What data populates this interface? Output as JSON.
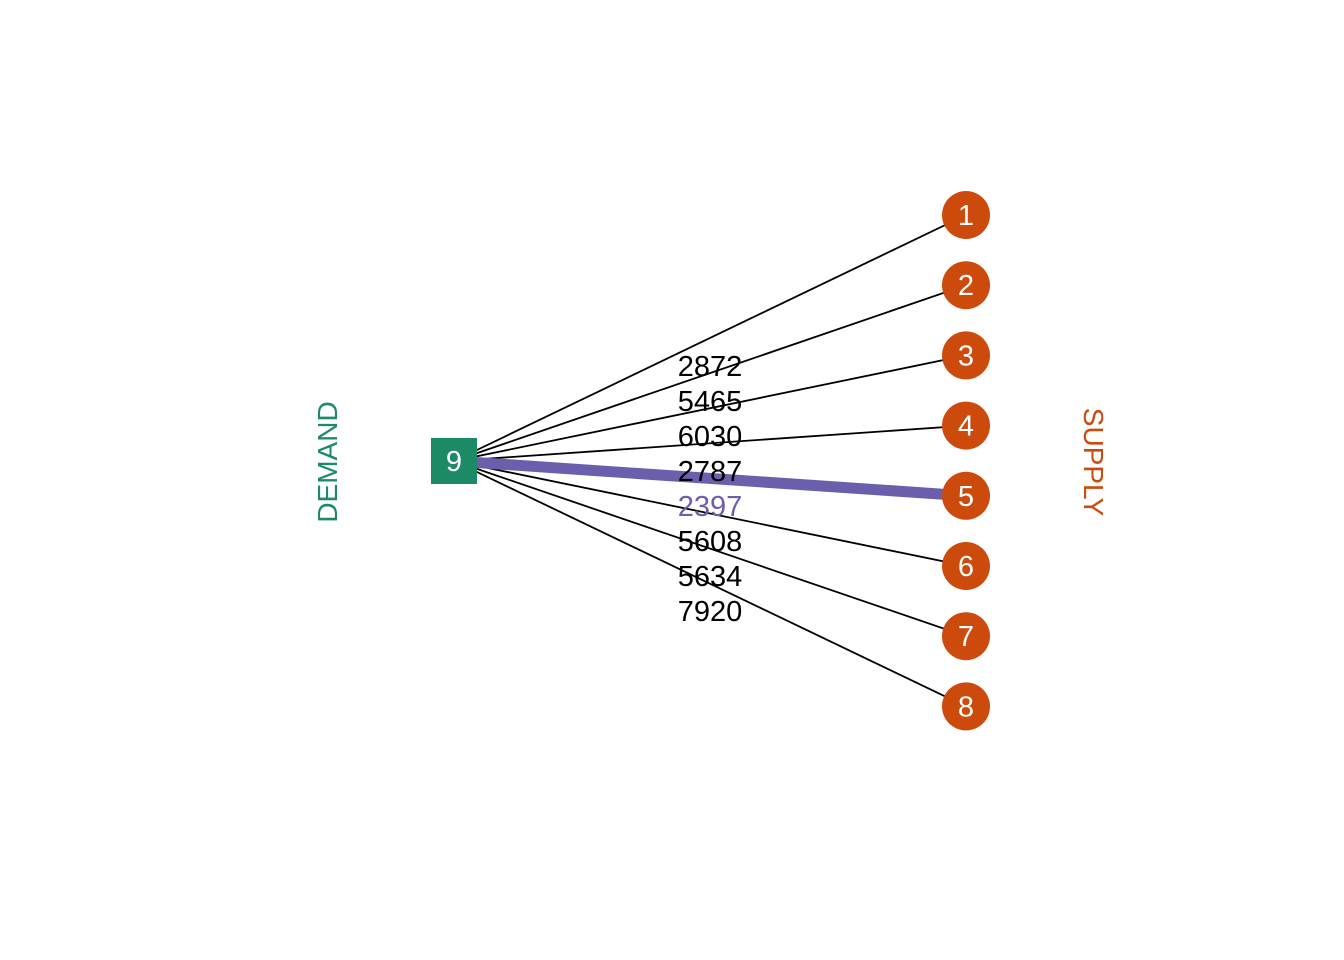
{
  "groups": {
    "demand": {
      "label": "DEMAND",
      "color": "#1b8a65"
    },
    "supply": {
      "label": "SUPPLY",
      "color": "#cc4a0b"
    }
  },
  "demand_node": {
    "id": "9",
    "color": "#1b8a65"
  },
  "supply_nodes": [
    {
      "id": "1"
    },
    {
      "id": "2"
    },
    {
      "id": "3"
    },
    {
      "id": "4"
    },
    {
      "id": "5"
    },
    {
      "id": "6"
    },
    {
      "id": "7"
    },
    {
      "id": "8"
    }
  ],
  "supply_color": "#cc4a0b",
  "edges": [
    {
      "from": "9",
      "to": "1",
      "weight": "2872",
      "highlight": false
    },
    {
      "from": "9",
      "to": "2",
      "weight": "5465",
      "highlight": false
    },
    {
      "from": "9",
      "to": "3",
      "weight": "6030",
      "highlight": false
    },
    {
      "from": "9",
      "to": "4",
      "weight": "2787",
      "highlight": false
    },
    {
      "from": "9",
      "to": "5",
      "weight": "2397",
      "highlight": true
    },
    {
      "from": "9",
      "to": "6",
      "weight": "5608",
      "highlight": false
    },
    {
      "from": "9",
      "to": "7",
      "weight": "5634",
      "highlight": false
    },
    {
      "from": "9",
      "to": "8",
      "weight": "7920",
      "highlight": false
    }
  ],
  "colors": {
    "edge": "#000000",
    "highlight_edge": "#6a5fad"
  }
}
